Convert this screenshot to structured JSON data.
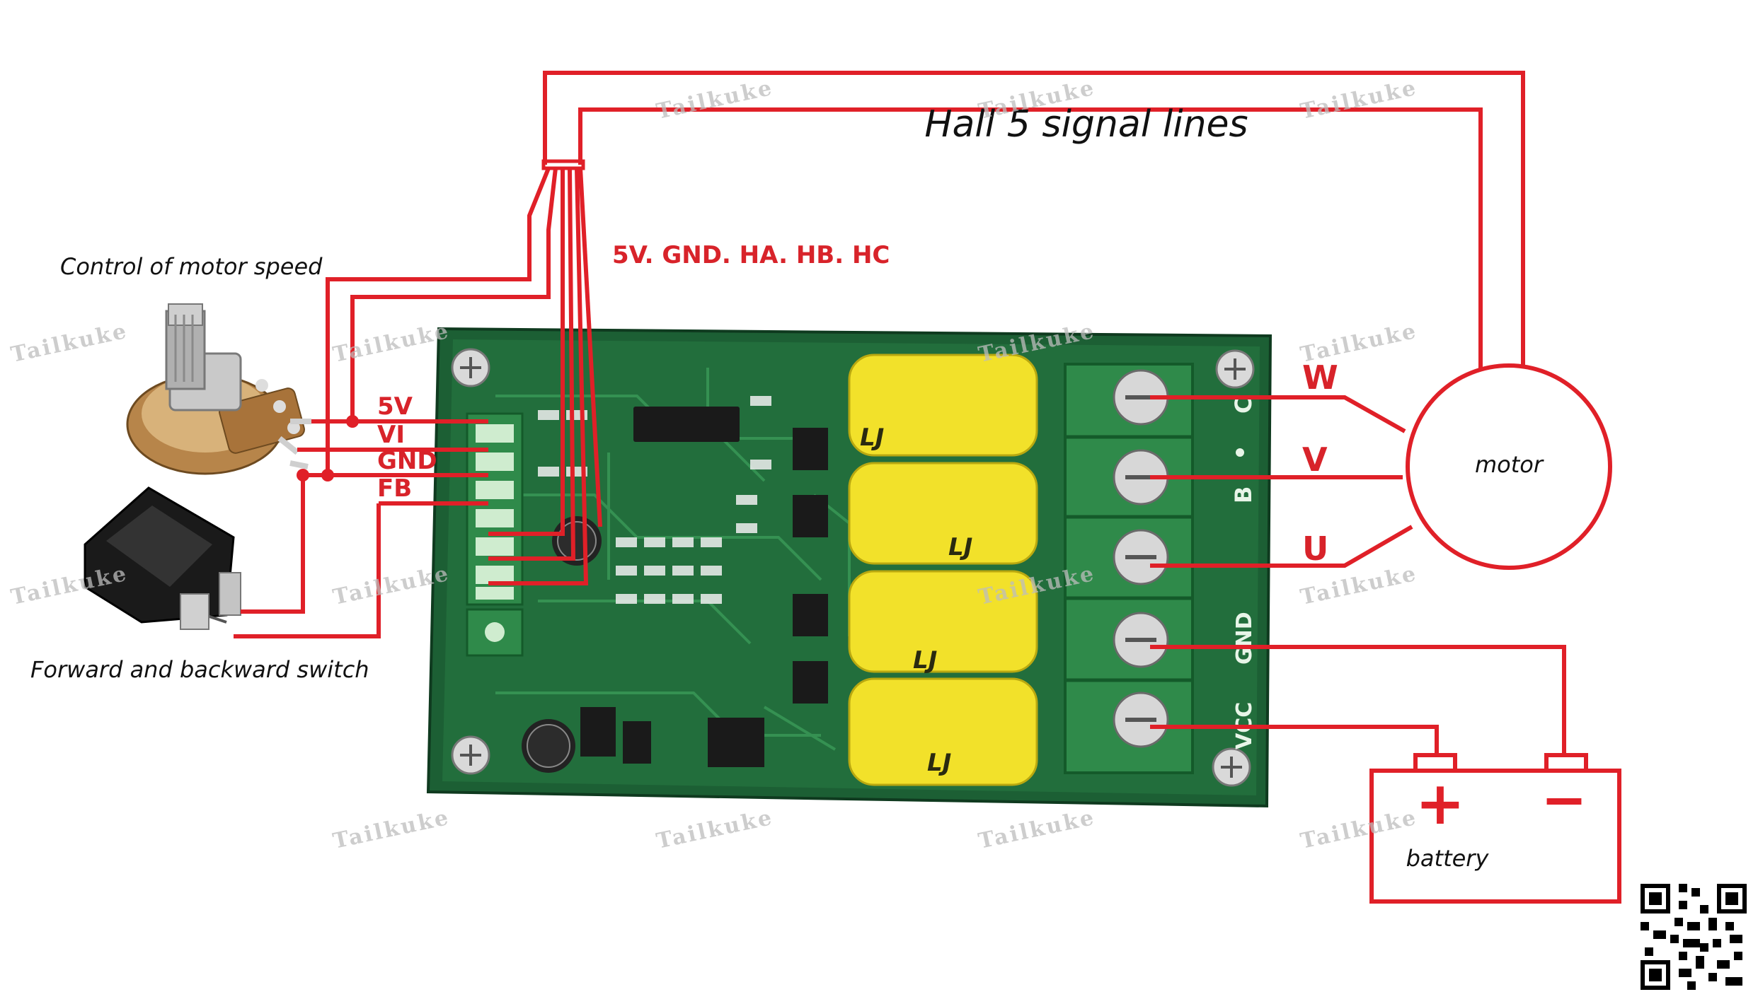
{
  "labels": {
    "hall_title": "Hall 5 signal lines",
    "hall_pins": "5V. GND. HA. HB. HC",
    "control_speed": "Control of motor speed",
    "fwd_switch": "Forward and backward switch",
    "motor": "motor",
    "battery": "battery",
    "plus": "+",
    "minus": "−"
  },
  "control_pins": [
    "5V",
    "VI",
    "GND",
    "FB"
  ],
  "phase_labels": [
    "W",
    "V",
    "U"
  ],
  "board": {
    "terminal_labels": [
      "C",
      "B",
      "GND",
      "VCC"
    ],
    "cap_marks": [
      "LJ",
      "LJ",
      "LJ",
      "LJ"
    ]
  },
  "watermark": "Tailkuke",
  "colors": {
    "wire": "#e02028",
    "pcb": "#1f6b3a",
    "capacitor": "#f2e12a",
    "terminal": "#2f8a4a"
  }
}
